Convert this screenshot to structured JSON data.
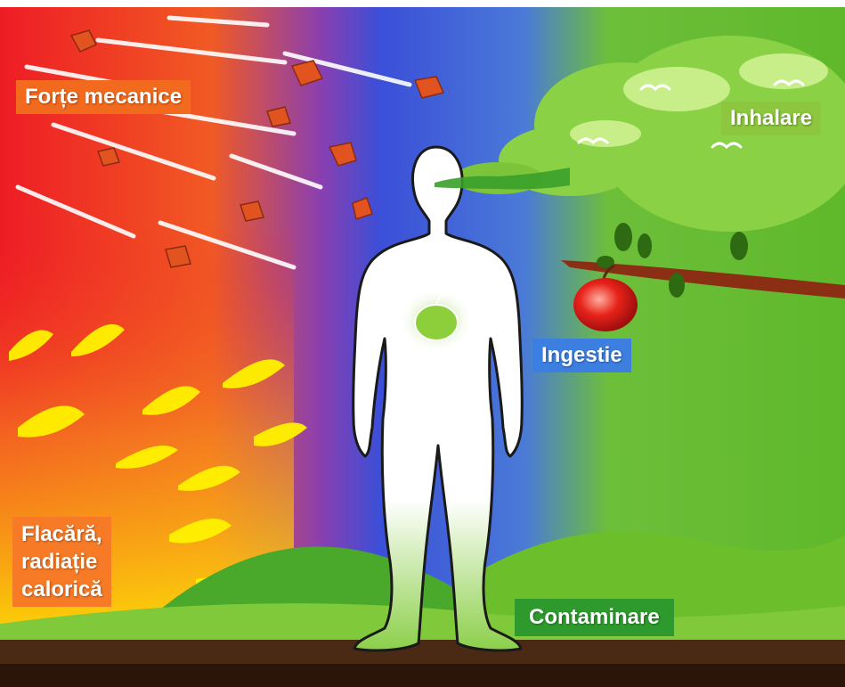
{
  "labels": {
    "mechanical": "Forțe mecanice",
    "inhalation": "Inhalare",
    "ingestion": "Ingestie",
    "flame_line1": "Flacără,",
    "flame_line2": "radiație",
    "flame_line3": "calorică",
    "contamination": "Contaminare"
  },
  "colors": {
    "fire_red": "#ee1c25",
    "fire_orange": "#f7941d",
    "sky_blue": "#3b4fd8",
    "grass_green": "#6cbf2a",
    "ground_brown": "#4a2a14",
    "body_white": "#ffffff",
    "apple_red": "#e8231a"
  }
}
